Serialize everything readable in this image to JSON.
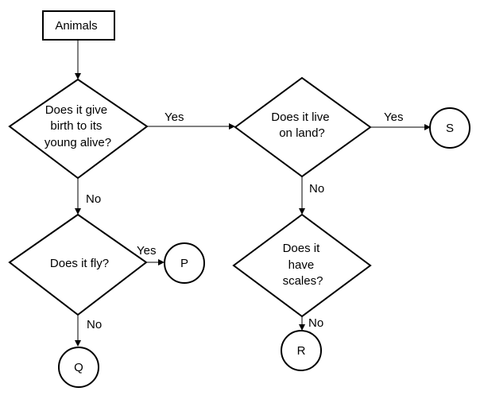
{
  "flowchart": {
    "start": {
      "label": "Animals"
    },
    "q_birth": {
      "lines": [
        "Does it give",
        "birth to its",
        "young alive?"
      ]
    },
    "q_land": {
      "lines": [
        "Does it live",
        "on land?"
      ]
    },
    "q_fly": {
      "lines": [
        "Does it fly?"
      ]
    },
    "q_scales": {
      "lines": [
        "Does it",
        "have",
        "scales?"
      ]
    },
    "end_p": {
      "label": "P"
    },
    "end_q": {
      "label": "Q"
    },
    "end_r": {
      "label": "R"
    },
    "end_s": {
      "label": "S"
    },
    "edge_labels": {
      "birth_yes": "Yes",
      "birth_no": "No",
      "land_yes": "Yes",
      "land_no": "No",
      "fly_yes": "Yes",
      "fly_no": "No",
      "scales_no": "No"
    }
  }
}
